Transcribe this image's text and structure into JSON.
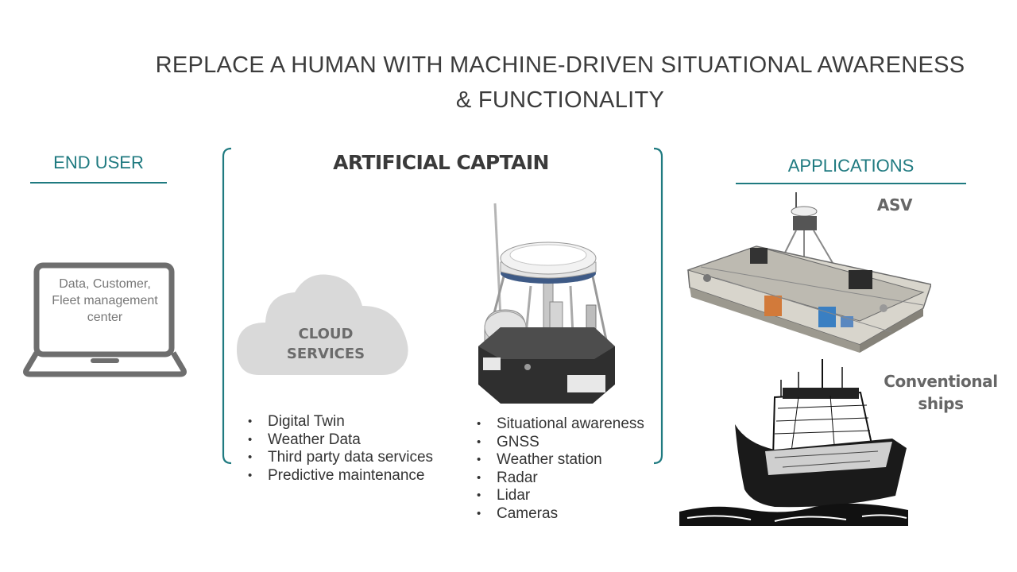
{
  "title": {
    "line1": "REPLACE A HUMAN WITH MACHINE-DRIVEN SITUATIONAL AWARENESS",
    "line2": "& FUNCTIONALITY"
  },
  "end_user": {
    "heading": "END USER",
    "laptop_text": [
      "Data, Customer,",
      "Fleet management",
      "center"
    ]
  },
  "artificial_captain": {
    "heading": "ARTIFICIAL CAPTAIN",
    "cloud_label": [
      "CLOUD",
      "SERVICES"
    ],
    "cloud_services": [
      "Digital Twin",
      "Weather Data",
      "Third party data services",
      "Predictive maintenance"
    ],
    "sensors": [
      "Situational awareness",
      "GNSS",
      "Weather station",
      "Radar",
      "Lidar",
      "Cameras"
    ]
  },
  "applications": {
    "heading": "APPLICATIONS",
    "asv_label": "ASV",
    "ships_label": [
      "Conventional",
      "ships"
    ]
  },
  "colors": {
    "accent": "#1f7a80",
    "cloud": "#d9d9d9",
    "laptop": "#6e6e6e",
    "dark": "#2f2f2f"
  }
}
